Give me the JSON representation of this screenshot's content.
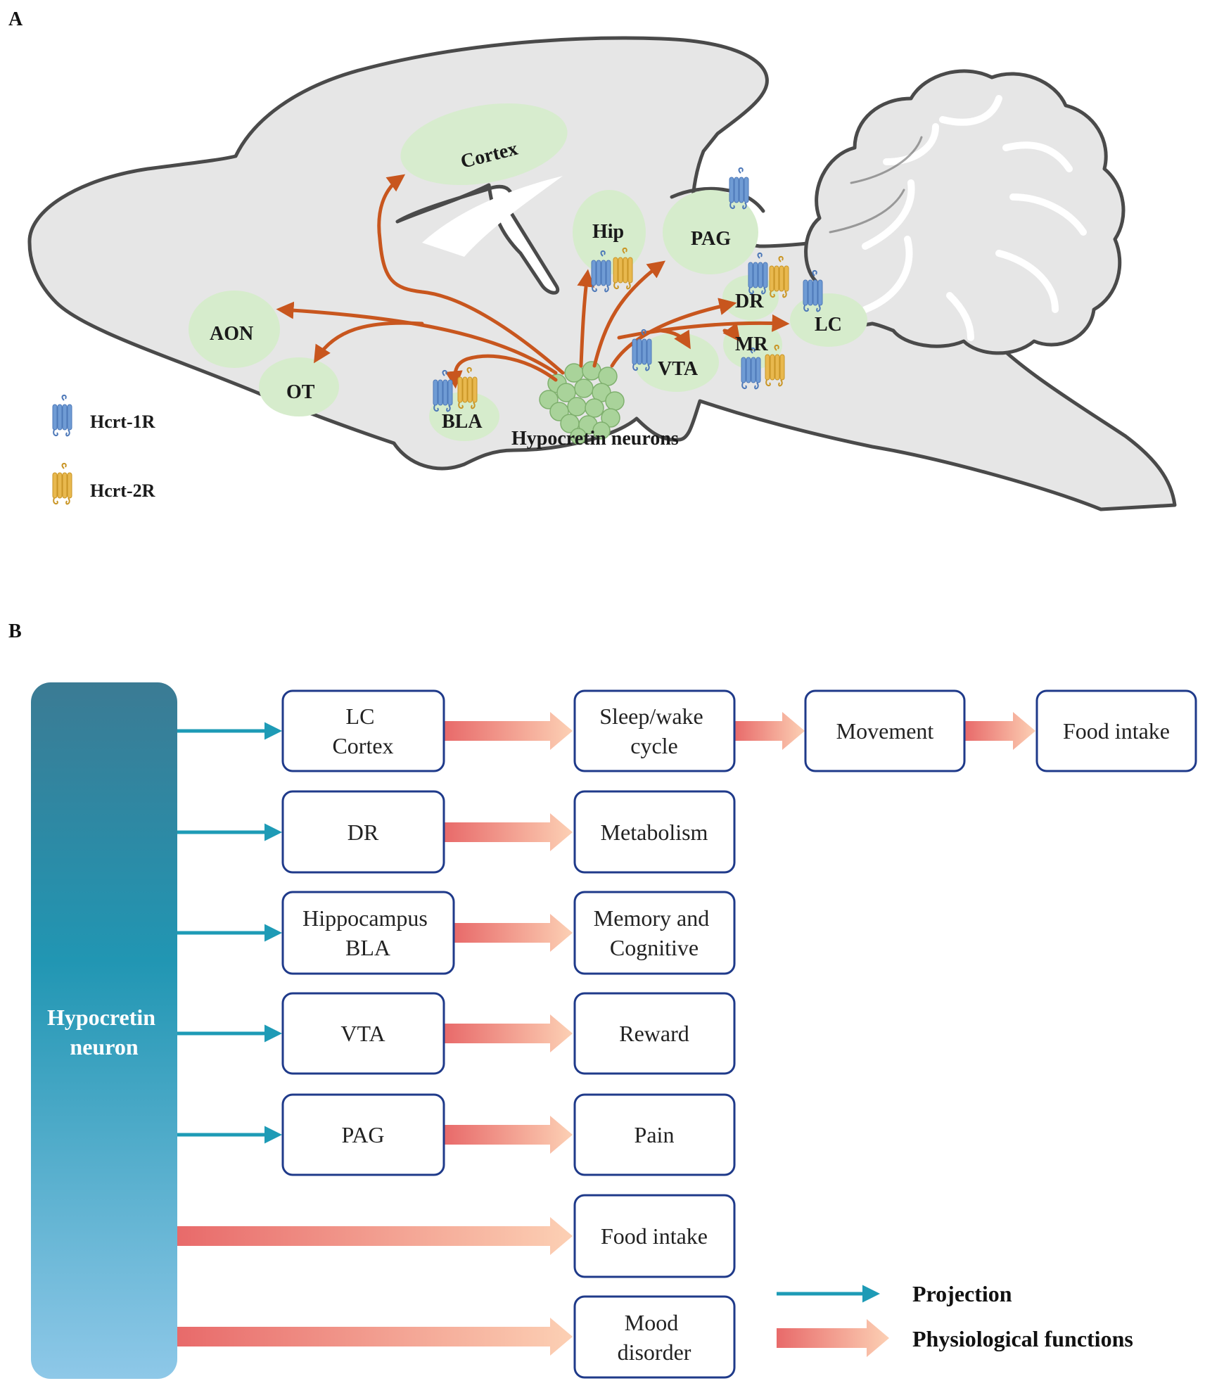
{
  "panelA": {
    "letter": "A",
    "regions": {
      "cortex": "Cortex",
      "hip": "Hip",
      "pag": "PAG",
      "aon": "AON",
      "ot": "OT",
      "bla": "BLA",
      "vta": "VTA",
      "dr": "DR",
      "mr": "MR",
      "lc": "LC"
    },
    "neurons_label": "Hypocretin neurons",
    "legend": {
      "r1": "Hcrt-1R",
      "r2": "Hcrt-2R"
    },
    "colors": {
      "arrow": "#c8561e",
      "region": "#d6eccc",
      "brain": "#e6e6e6",
      "outline": "#4a4a4a",
      "r1": "#6f9bd4",
      "r2": "#e8b84e",
      "neuron": "#a9d39a"
    }
  },
  "panelB": {
    "letter": "B",
    "neuron_label": [
      "Hypocretin",
      "neuron"
    ],
    "rows": [
      {
        "targets": [
          "LC",
          "Cortex"
        ],
        "functions": [
          [
            "Sleep/wake",
            "cycle"
          ],
          [
            "Movement"
          ],
          [
            "Food intake"
          ]
        ]
      },
      {
        "targets": [
          "DR"
        ],
        "functions": [
          [
            "Metabolism"
          ]
        ]
      },
      {
        "targets": [
          "Hippocampus",
          "BLA"
        ],
        "functions": [
          [
            "Memory and",
            "Cognitive"
          ]
        ]
      },
      {
        "targets": [
          "VTA"
        ],
        "functions": [
          [
            "Reward"
          ]
        ]
      },
      {
        "targets": [
          "PAG"
        ],
        "functions": [
          [
            "Pain"
          ]
        ]
      },
      {
        "targets": [],
        "functions": [
          [
            "Food intake"
          ]
        ]
      },
      {
        "targets": [],
        "functions": [
          [
            "Mood",
            "disorder"
          ]
        ]
      }
    ],
    "key": {
      "projection": "Projection",
      "physiological": "Physiological functions"
    },
    "colors": {
      "projection": "#1e9bb6",
      "phys_start": "#e86a6a",
      "phys_end": "#fcd0b4",
      "box_border": "#1f3a8a",
      "neuron_top": "#3a7d94",
      "neuron_mid": "#2196b3",
      "neuron_bottom": "#8ec8e8"
    }
  }
}
